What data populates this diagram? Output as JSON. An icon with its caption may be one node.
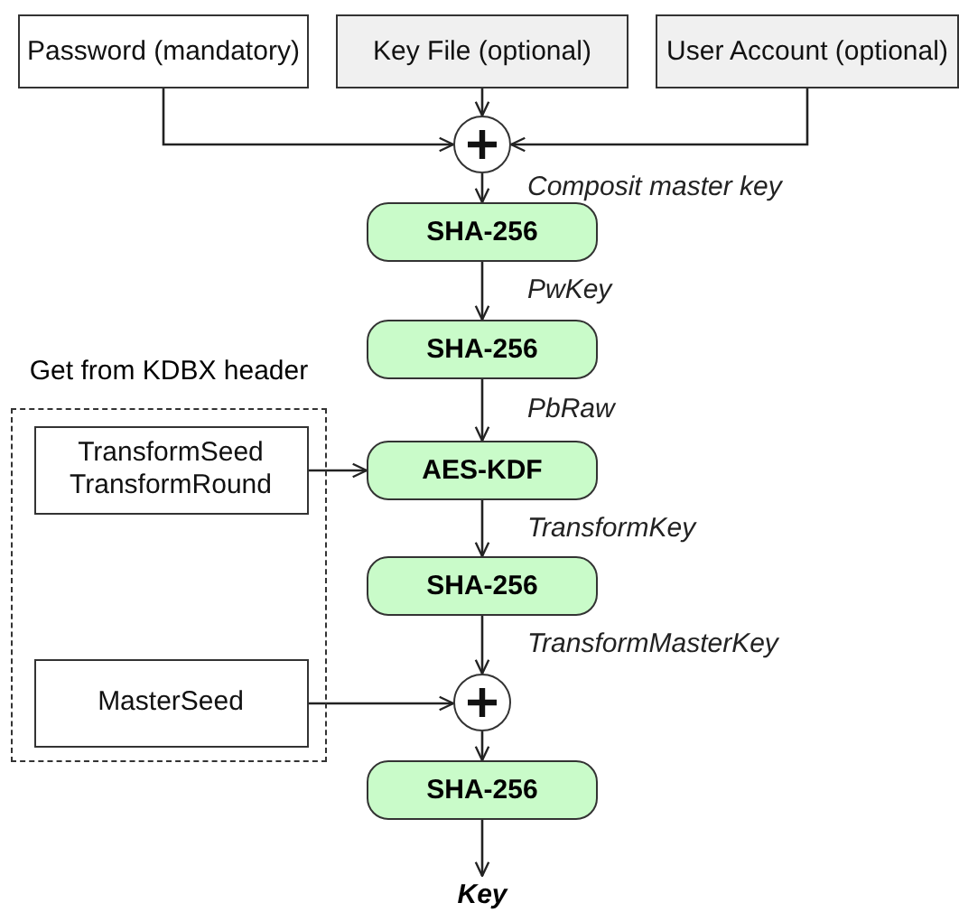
{
  "diagram": {
    "nodes": [
      {
        "text": [
          "Password (mandatory)"
        ]
      },
      {
        "text": [
          "Key File (optional)"
        ]
      },
      {
        "text": [
          "User Account (optional)"
        ]
      },
      {
        "text": [],
        "shape": "circle"
      },
      {
        "text": [
          "SHA-256"
        ]
      },
      {
        "text": [
          "SHA-256"
        ]
      },
      {
        "text": [
          "Get from KDBX header"
        ]
      },
      {
        "text": [
          "TransformSeed TransformRound"
        ],
        "in": 6
      },
      {
        "text": [
          "MasterSeed"
        ],
        "in": 6
      },
      {
        "text": [
          "AES-KDF"
        ]
      },
      {
        "text": [
          "SHA-256"
        ]
      },
      {
        "text": [],
        "shape": "circle"
      },
      {
        "text": [
          "SHA-256"
        ]
      },
      {
        "text": [
          "Key"
        ]
      }
    ],
    "edges": [
      {
        "from": 0,
        "to": 3,
        "arrow": "to"
      },
      {
        "from": 1,
        "to": 3,
        "arrow": "to"
      },
      {
        "from": 2,
        "to": 3,
        "arrow": "to"
      },
      {
        "from": 3,
        "to": 4,
        "arrow": "to",
        "label": "Composit master key"
      },
      {
        "from": 4,
        "to": 5,
        "arrow": "to",
        "label": "PwKey"
      },
      {
        "from": 5,
        "to": 9,
        "arrow": "to",
        "label": "PbRaw"
      },
      {
        "from": 7,
        "to": 9,
        "arrow": "to"
      },
      {
        "from": 9,
        "to": 10,
        "arrow": "to",
        "label": "TransformKey"
      },
      {
        "from": 10,
        "to": 11,
        "arrow": "to",
        "label": "TransformMasterKey"
      },
      {
        "from": 8,
        "to": 11,
        "arrow": "to"
      },
      {
        "from": 11,
        "to": 12,
        "arrow": "to"
      },
      {
        "from": 12,
        "to": 13,
        "arrow": "to"
      }
    ]
  }
}
